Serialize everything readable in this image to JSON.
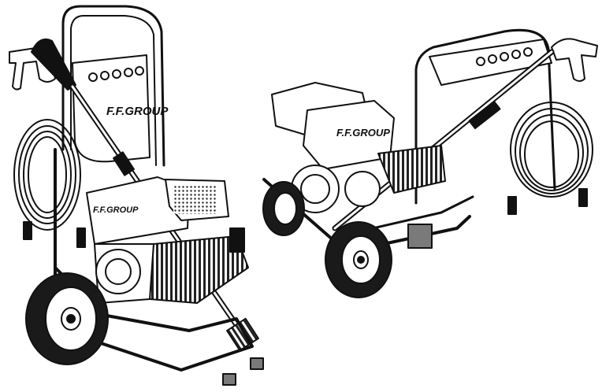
{
  "illustration": {
    "left_unit": {
      "brand_label": "F.F.GROUP",
      "engine_label": "F.F.GROUP"
    },
    "right_unit": {
      "brand_label": "F.F.GROUP"
    }
  },
  "colors": {
    "ink": "#111111",
    "paper": "#ffffff",
    "tire": "#1a1a1a",
    "mid": "#7a7a7a"
  }
}
